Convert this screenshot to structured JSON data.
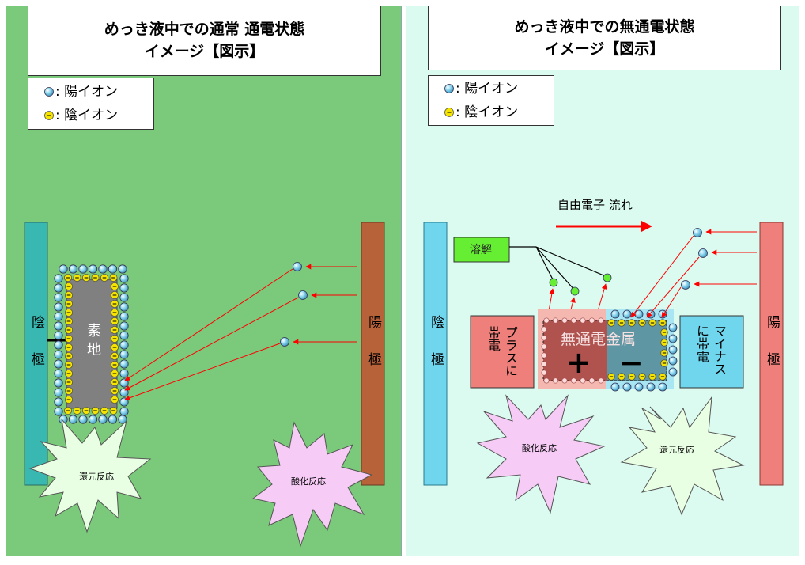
{
  "left": {
    "title_line1": "めっき液中での通常 通電状態",
    "title_line2": "イメージ【図示】",
    "legend_cation": ": 陽イオン",
    "legend_anion": ": 陰イオン",
    "cathode_char1": "陰",
    "cathode_char2": "極",
    "anode_char1": "陽",
    "anode_char2": "極",
    "substrate_char1": "素",
    "substrate_char2": "地",
    "reduction": "還元反応",
    "oxidation": "酸化反応"
  },
  "right": {
    "title_line1": "めっき液中での無通電状態",
    "title_line2": "イメージ【図示】",
    "legend_cation": ": 陽イオン",
    "legend_anion": ": 陰イオン",
    "electron_flow": "自由電子  流れ",
    "dissolution": "溶解",
    "cathode_char1": "陰",
    "cathode_char2": "極",
    "anode_char1": "陽",
    "anode_char2": "極",
    "metal_label": "無通電金属",
    "plus_sign": "+",
    "minus_sign": "−",
    "plus_charged": "プラスに帯電",
    "minus_charged": "マイナスに帯電",
    "oxidation": "酸化反応",
    "reduction": "還元反応"
  },
  "colors": {
    "left_bg": "#7bc97b",
    "right_bg": "#dbfbf0",
    "cathode_left": "#38b8b0",
    "anode": "#b8623a",
    "cathode_right": "#6fd6ee",
    "anode_right": "#ef7f7a",
    "anion": "#f5e300",
    "cation": "#66ccee",
    "arrow": "#ff0000",
    "dissolve": "#66ee33"
  }
}
